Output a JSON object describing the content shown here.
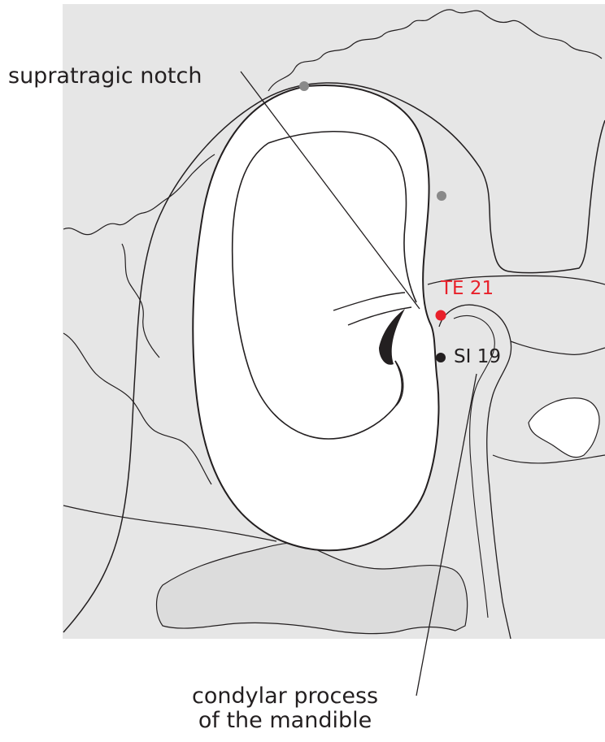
{
  "labels": {
    "supratragic_notch": "supratragic notch",
    "condylar_line1": "condylar process",
    "condylar_line2": "of the mandible"
  },
  "points": {
    "te21": "TE 21",
    "si19": "SI 19"
  },
  "colors": {
    "background": "#ffffff",
    "skin_shade": "#e6e6e6",
    "outline": "#231f20",
    "accent_point": "#e8202a",
    "reference_point": "#898989"
  }
}
